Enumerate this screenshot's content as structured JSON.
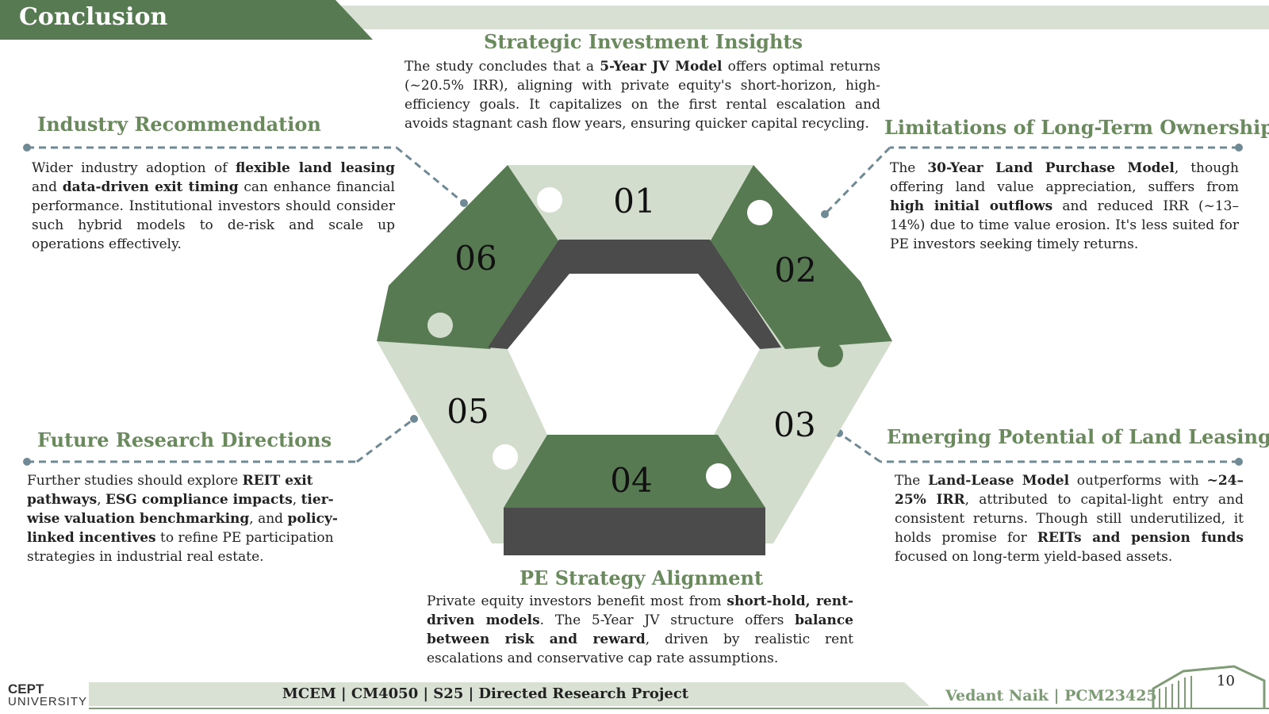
{
  "header": {
    "title": "Conclusion"
  },
  "diagram": {
    "segments": [
      "01",
      "02",
      "03",
      "04",
      "05",
      "06"
    ]
  },
  "sections": {
    "strategic": {
      "heading": "Strategic Investment Insights",
      "p1": "The study concludes that a ",
      "b1": "5-Year JV Model",
      "p2": " offers optimal returns (~20.5% IRR), aligning with private equity's short-horizon, high-efficiency goals. It capitalizes on the first rental escalation and avoids stagnant cash flow years, ensuring quicker capital recycling."
    },
    "industry": {
      "heading": "Industry Recommendation",
      "p1": "Wider industry adoption of ",
      "b1": "flexible land leasing",
      "p2": " and ",
      "b2": "data-driven exit timing",
      "p3": " can enhance financial performance. Institutional investors should consider such hybrid models to de-risk and scale up operations effectively."
    },
    "limitations": {
      "heading": "Limitations of Long-Term Ownership",
      "p1": "The ",
      "b1": "30-Year Land Purchase Model",
      "p2": ", though offering land value appreciation, suffers from ",
      "b2": "high initial outflows",
      "p3": " and reduced IRR (~13–14%) due to time value erosion. It's less suited for PE investors seeking timely returns."
    },
    "future": {
      "heading": "Future Research Directions",
      "p1": "Further studies should explore ",
      "b1": "REIT exit pathways",
      "p2": ", ",
      "b2": "ESG compliance impacts",
      "p3": ", ",
      "b3": "tier-wise valuation benchmarking",
      "p4": ", and ",
      "b4": "policy-linked incentives",
      "p5": " to refine PE participation strategies in industrial real estate."
    },
    "emerging": {
      "heading": "Emerging Potential of Land Leasing",
      "p1": "The ",
      "b1": "Land-Lease Model",
      "p2": " outperforms with ",
      "b2": "~24–25% IRR",
      "p3": ", attributed to capital-light entry and consistent returns. Though still underutilized, it holds promise for ",
      "b3": "REITs and pension funds",
      "p4": " focused on long-term yield-based assets."
    },
    "pe": {
      "heading": "PE Strategy Alignment",
      "p1": "Private equity investors benefit most from ",
      "b1": "short-hold, rent-driven models",
      "p2": ". The 5-Year JV structure offers ",
      "b2": "balance between risk and reward",
      "p3": ", driven by realistic rent escalations and conservative cap rate assumptions."
    }
  },
  "footer": {
    "course": "MCEM | CM4050 | S25 | Directed Research Project",
    "author": "Vedant Naik | PCM23425",
    "page": "10",
    "logo_line1": "CEPT",
    "logo_line2": "UNIVERSITY"
  },
  "colors": {
    "dark_green": "#587a52",
    "light_green": "#d3ddcd",
    "dark_gray": "#4b4b4b",
    "heading_green": "#6a8a5e"
  }
}
